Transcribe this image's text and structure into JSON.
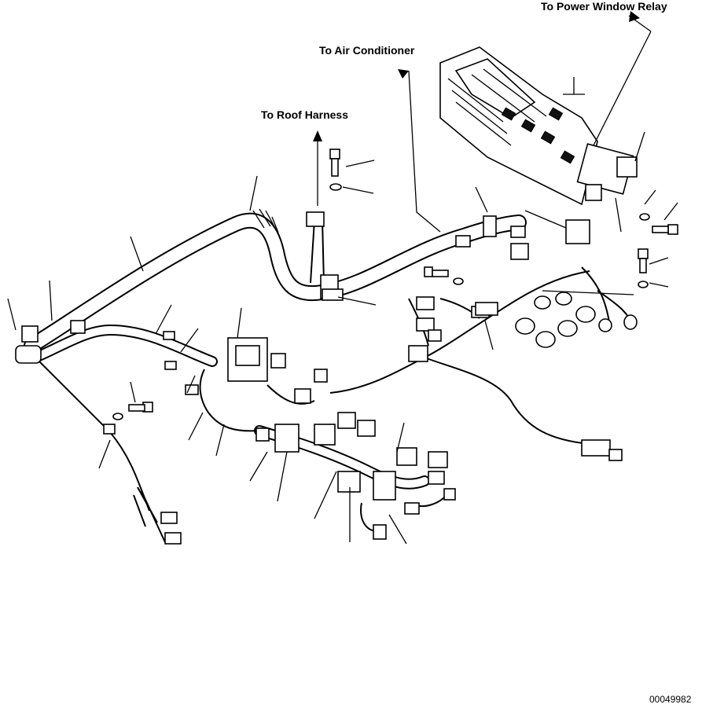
{
  "labels": {
    "power_window_relay": "To Power Window Relay",
    "air_conditioner": "To Air Conditioner",
    "roof_harness": "To Roof Harness"
  },
  "drawing_code": "00049982"
}
